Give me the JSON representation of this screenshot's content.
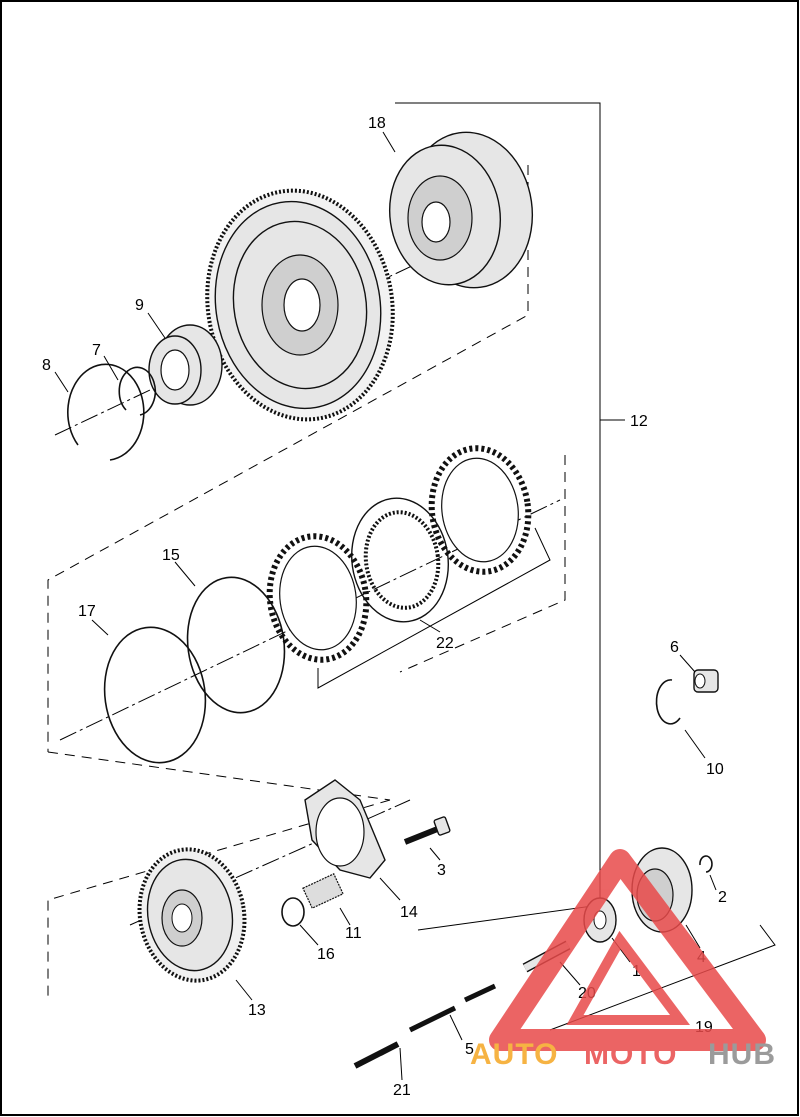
{
  "callouts": [
    {
      "id": "c1",
      "text": "1"
    },
    {
      "id": "c2",
      "text": "2"
    },
    {
      "id": "c3",
      "text": "3"
    },
    {
      "id": "c4",
      "text": "4"
    },
    {
      "id": "c5",
      "text": "5"
    },
    {
      "id": "c6",
      "text": "6"
    },
    {
      "id": "c7",
      "text": "7"
    },
    {
      "id": "c8",
      "text": "8"
    },
    {
      "id": "c9",
      "text": "9"
    },
    {
      "id": "c10",
      "text": "10"
    },
    {
      "id": "c11",
      "text": "11"
    },
    {
      "id": "c12",
      "text": "12"
    },
    {
      "id": "c13",
      "text": "13"
    },
    {
      "id": "c14",
      "text": "14"
    },
    {
      "id": "c15",
      "text": "15"
    },
    {
      "id": "c16",
      "text": "16"
    },
    {
      "id": "c17",
      "text": "17"
    },
    {
      "id": "c18",
      "text": "18"
    },
    {
      "id": "c19",
      "text": "19"
    },
    {
      "id": "c20",
      "text": "20"
    },
    {
      "id": "c21",
      "text": "21"
    },
    {
      "id": "c22",
      "text": "22"
    }
  ],
  "watermark": {
    "part1": "AUTO",
    "part2": "MOTO",
    "part3": "HUB",
    "color_red": "#e84a4a",
    "color_orange": "#f5a623",
    "color_gray": "#8a8a8a"
  }
}
